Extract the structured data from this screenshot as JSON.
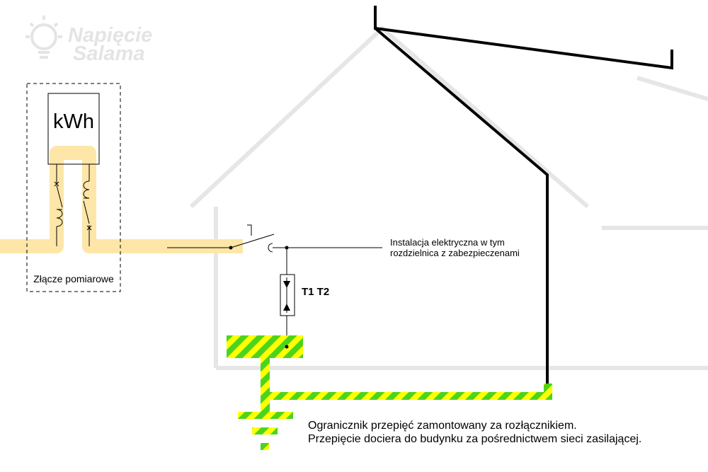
{
  "watermark": {
    "line1": "Napięcie",
    "line2": "Salama"
  },
  "meter": {
    "label": "kWh"
  },
  "meter_box": {
    "label": "Złącze pomiarowe"
  },
  "distribution_board": {
    "line1": "Instalacja elektryczna w tym",
    "line2": "rozdzielnica z zabezpieczenami"
  },
  "arrester": {
    "label": "T1 T2"
  },
  "caption": {
    "line1": "Ogranicznik przepięć zamontowany za rozłącznikiem.",
    "line2": "Przepięcie dociera do budynku za pośrednictwem sieci zasilającej."
  },
  "colors": {
    "supply_highlight": "#fde6a8",
    "pe_green": "#4cd41c",
    "pe_yellow": "#ffff00",
    "wire": "#000000",
    "watermark": "#e4e4e4"
  }
}
